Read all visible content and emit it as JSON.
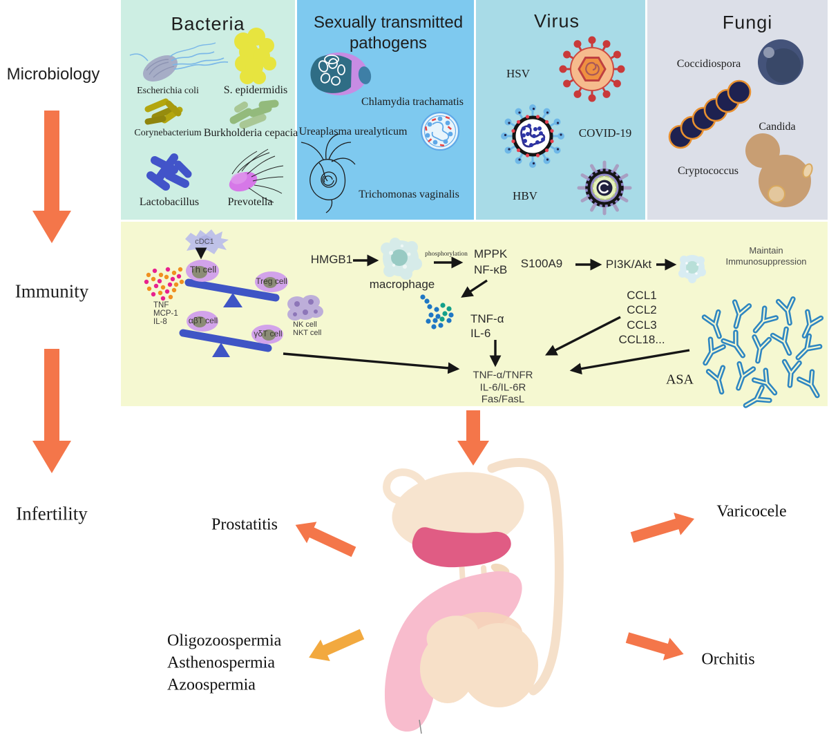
{
  "colors": {
    "bacteria_panel": "#cdeee3",
    "sti_panel": "#7ec9ef",
    "virus_panel": "#a8dbe7",
    "fungi_panel": "#dcdfe8",
    "immunity_panel": "#f5f8d1",
    "flow_arrow_orange": "#f4764a",
    "sperm_arrow_amber": "#f2a93f",
    "seesaw_blue": "#3f55c5",
    "antibody_blue": "#2e86c1"
  },
  "left_flow": {
    "microbiology": "Microbiology",
    "immunity": "Immunity",
    "infertility": "Infertility"
  },
  "bacteria": {
    "title": "Bacteria",
    "organisms": [
      "Escherichia coli",
      "S. epidermidis",
      "Corynebacterium",
      "Burkholderia cepacia",
      "Lactobacillus",
      "Prevotella"
    ]
  },
  "sti": {
    "title": "Sexually transmitted pathogens",
    "organisms": [
      "Chlamydia trachamatis",
      "Ureaplasma urealyticum",
      "Trichomonas vaginalis"
    ]
  },
  "virus": {
    "title": "Virus",
    "organisms": [
      "HSV",
      "COVID-19",
      "HBV"
    ]
  },
  "fungi": {
    "title": "Fungi",
    "organisms": [
      "Coccidiospora",
      "Candida",
      "Cryptococcus"
    ]
  },
  "immunity": {
    "cdc1": "cDC1",
    "th_cell": "Th cell",
    "treg_cell": "Treg cell",
    "abt_cell": "αβT cell",
    "gdt_cell": "γδT cell",
    "nk_cell": "NK cell",
    "nkt_cell": "NKT cell",
    "cytokines": [
      "TNF",
      "MCP-1",
      "IL-8"
    ],
    "hmgb1": "HMGB1",
    "macrophage": "macrophage",
    "phosphorylation": "phosphorylation",
    "mppk": "MPPK",
    "nfkb": "NF-κB",
    "tnfa": "TNF-α",
    "il6": "IL-6",
    "s100a9": "S100A9",
    "pi3k_akt": "PI3K/Akt",
    "maintain": "Maintain Immunosuppression",
    "ccl": [
      "CCL1",
      "CCL2",
      "CCL3",
      "CCL18..."
    ],
    "receptors": [
      "TNF-α/TNFR",
      "IL-6/IL-6R",
      "Fas/FasL"
    ],
    "asa": "ASA"
  },
  "outcomes": {
    "prostatitis": "Prostatitis",
    "varicocele": "Varicocele",
    "orchitis": "Orchitis",
    "sperm_disorders": [
      "Oligozoospermia",
      "Asthenospermia",
      "Azoospermia"
    ]
  }
}
